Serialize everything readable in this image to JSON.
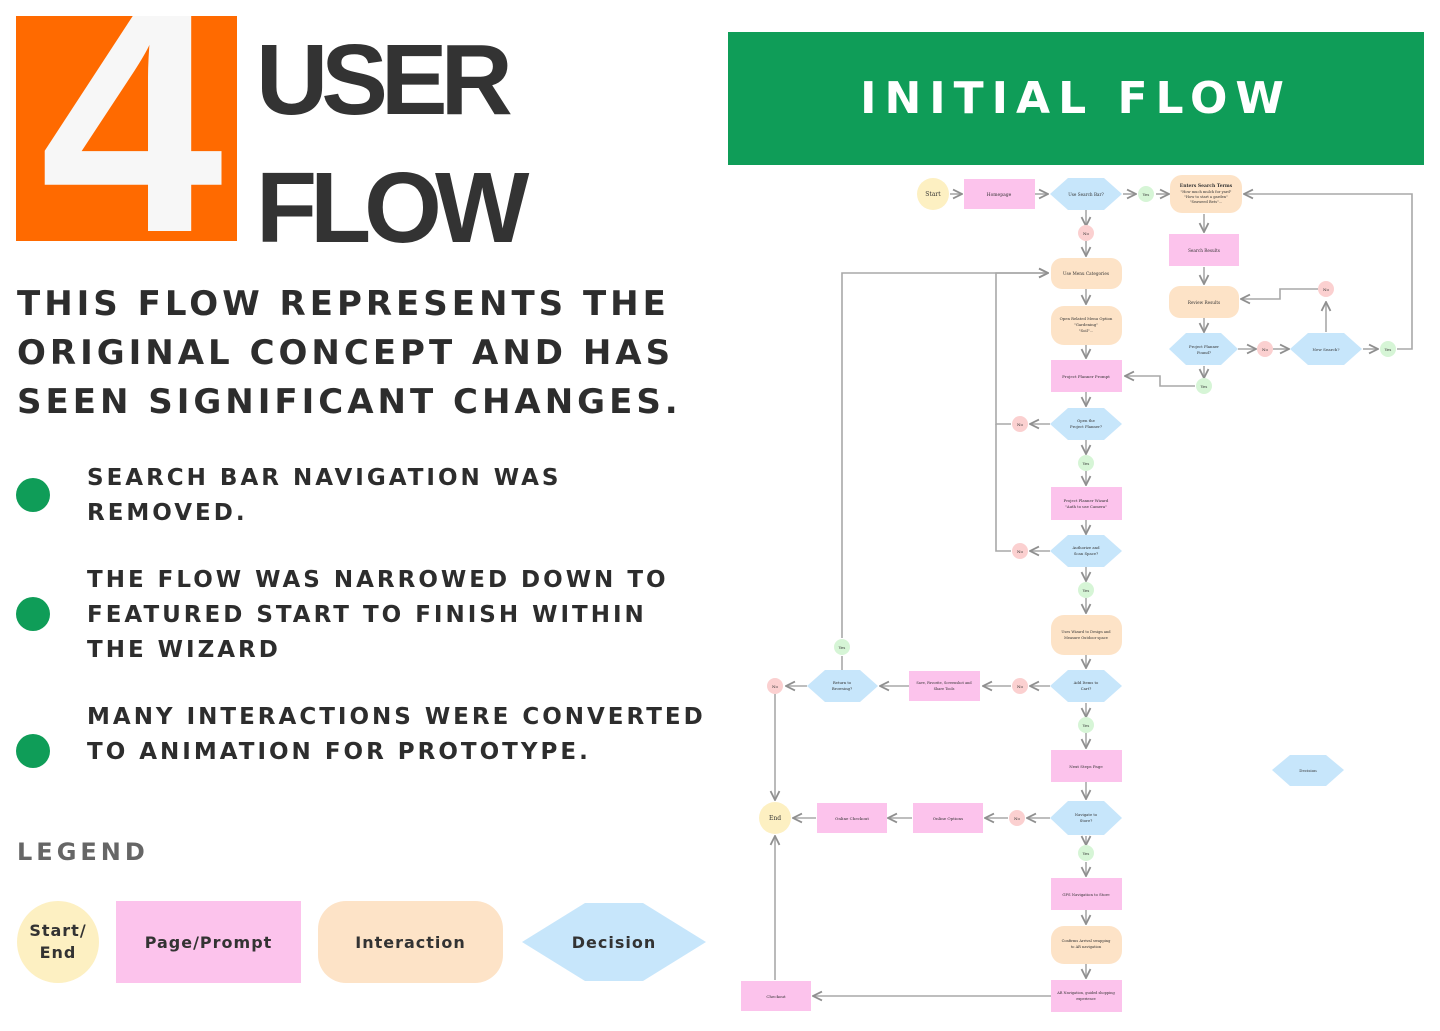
{
  "badge": {
    "number": "4"
  },
  "title": {
    "line1": "USER",
    "line2": "FLOW"
  },
  "subtitle": "THIS FLOW REPRESENTS THE ORIGINAL CONCEPT AND HAS SEEN SIGNIFICANT CHANGES.",
  "bullets": [
    "SEARCH BAR NAVIGATION WAS REMOVED.",
    "THE FLOW WAS NARROWED DOWN TO FEATURED START TO FINISH WITHIN THE WIZARD",
    "MANY INTERACTIONS WERE CONVERTED TO ANIMATION FOR PROTOTYPE."
  ],
  "legend": {
    "title": "LEGEND",
    "start_end": [
      "Start/",
      "End"
    ],
    "page_prompt": "Page/Prompt",
    "interaction": "Interaction",
    "decision": "Decision"
  },
  "banner": "INITIAL FLOW",
  "colors": {
    "accent_orange": "#ff6a00",
    "banner_green": "#0f9d58",
    "start_end": "#fdf0c2",
    "page_prompt": "#fcc3ec",
    "interaction": "#fde3c7",
    "decision": "#c7e6fb",
    "yes": "#d6f5d6",
    "no": "#fbd0d0"
  },
  "flow": {
    "start": "Start",
    "homepage": "Homepage",
    "use_search_bar": "Use Search Bar?",
    "yes_search": "Yes",
    "enters_search_terms": [
      "Enters Search Terms",
      "\"How much mulch for yard\"",
      "\"How to start a garden\"",
      "\"Seaweed Bets\"..."
    ],
    "no_search": "No",
    "search_results": "Search Results",
    "use_menu_categories": "Use Menu Categories",
    "review_results": "Review Results",
    "no_new_search": "No",
    "open_related_menu": [
      "Open Related Menu Option",
      "\"Gardening\"",
      "\"Soil\"..."
    ],
    "project_planner_found": [
      "Project Planner",
      "Found?"
    ],
    "no_planner_found": "No",
    "new_search": "New Search?",
    "yes_new_search": "Yes",
    "project_planner_prompt": "Project Planner Prompt",
    "yes_planner_found": "Yes",
    "no_open_planner": "No",
    "open_project_planner": [
      "Open the",
      "Project Planner?"
    ],
    "yes_open_planner": "Yes",
    "project_planner_wizard": [
      "Project Planner Wizard",
      "\"Auth to use Camera\""
    ],
    "no_authorize": "No",
    "authorize_scan": [
      "Authorize and",
      "Scan Space?"
    ],
    "yes_authorize": "Yes",
    "uses_wizard": [
      "Uses Wizard to Design and",
      "Measure Outdoor space"
    ],
    "yes_return": "Yes",
    "no_end": "No",
    "return_to_browsing": [
      "Return to",
      "Browsing?"
    ],
    "save_favorite": [
      "Save, Favorite, Screenshot and",
      "Share Tools"
    ],
    "no_add_items": "No",
    "add_items_to_cart": [
      "Add Items to",
      "Cart?"
    ],
    "yes_add_items": "Yes",
    "next_steps_page": "Next Steps Page",
    "decision_sample": "Decision",
    "end": "End",
    "online_checkout": "Online Checkout",
    "online_options": "Online Options",
    "no_navigate": "No",
    "navigate_to_store": [
      "Navigate to",
      "Store?"
    ],
    "yes_navigate": "Yes",
    "gps_navigation": "GPS Navigation to Store",
    "confirms_arrival": [
      "Confirms Arrival swapping",
      "to AR navigation"
    ],
    "checkout": "Checkout",
    "ar_navigation": [
      "AR Navigation, guided shopping",
      "experience"
    ]
  }
}
